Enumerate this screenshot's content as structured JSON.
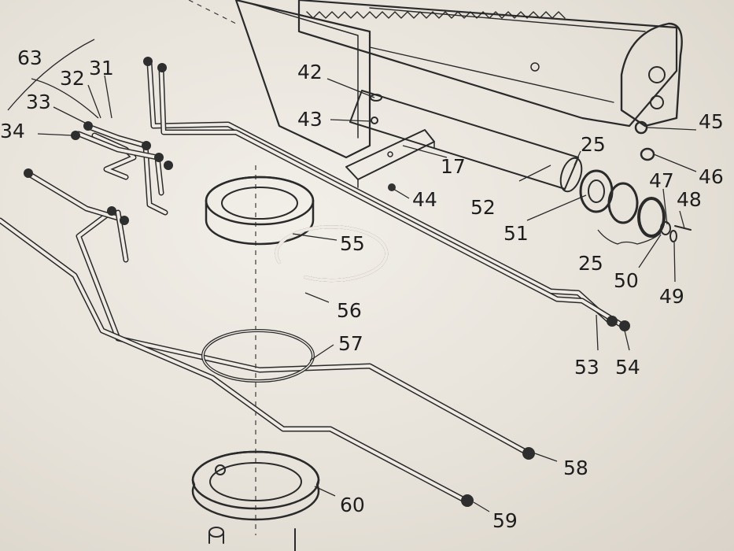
{
  "callouts": {
    "c63": "63",
    "c32": "32",
    "c31": "31",
    "c33": "33",
    "c34": "34",
    "c42": "42",
    "c43": "43",
    "c17": "17",
    "c44": "44",
    "c25a": "25",
    "c45": "45",
    "c46": "46",
    "c47": "47",
    "c48": "48",
    "c52": "52",
    "c51": "51",
    "c25b": "25",
    "c50": "50",
    "c49": "49",
    "c55": "55",
    "c56": "56",
    "c57": "57",
    "c53": "53",
    "c54": "54",
    "c58": "58",
    "c59": "59",
    "c60": "60"
  }
}
